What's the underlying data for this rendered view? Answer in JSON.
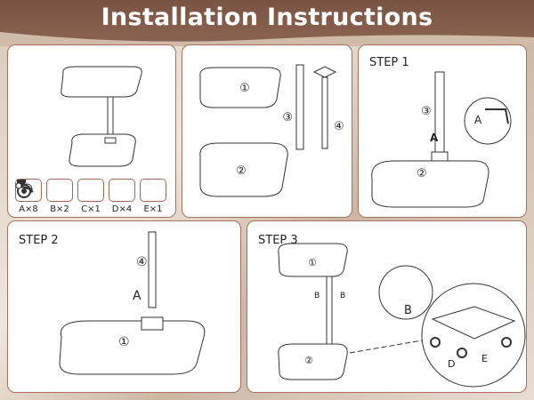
{
  "title": "Installation Instructions",
  "parts": [
    {
      "icon": "screw-icon",
      "label": "A×8"
    },
    {
      "icon": "knob-bolt-icon",
      "label": "B×2"
    },
    {
      "icon": "hex-key-icon",
      "label": "C×1"
    },
    {
      "icon": "caster-wheel-icon",
      "label": "D×4"
    },
    {
      "icon": "wrench-icon",
      "label": "E×1"
    }
  ],
  "part_numbers": {
    "top": "①",
    "base": "②",
    "pole": "③",
    "upper_pole": "④"
  },
  "steps": [
    {
      "title": "STEP 1",
      "labels": [
        "A",
        "②",
        "③"
      ]
    },
    {
      "title": "STEP 2",
      "labels": [
        "A",
        "①",
        "④"
      ]
    },
    {
      "title": "STEP 3",
      "labels": [
        "B",
        "B",
        "B",
        "D",
        "E",
        "①",
        "②"
      ]
    }
  ],
  "colors": {
    "header": "#7a5443",
    "border": "#a9725c"
  }
}
